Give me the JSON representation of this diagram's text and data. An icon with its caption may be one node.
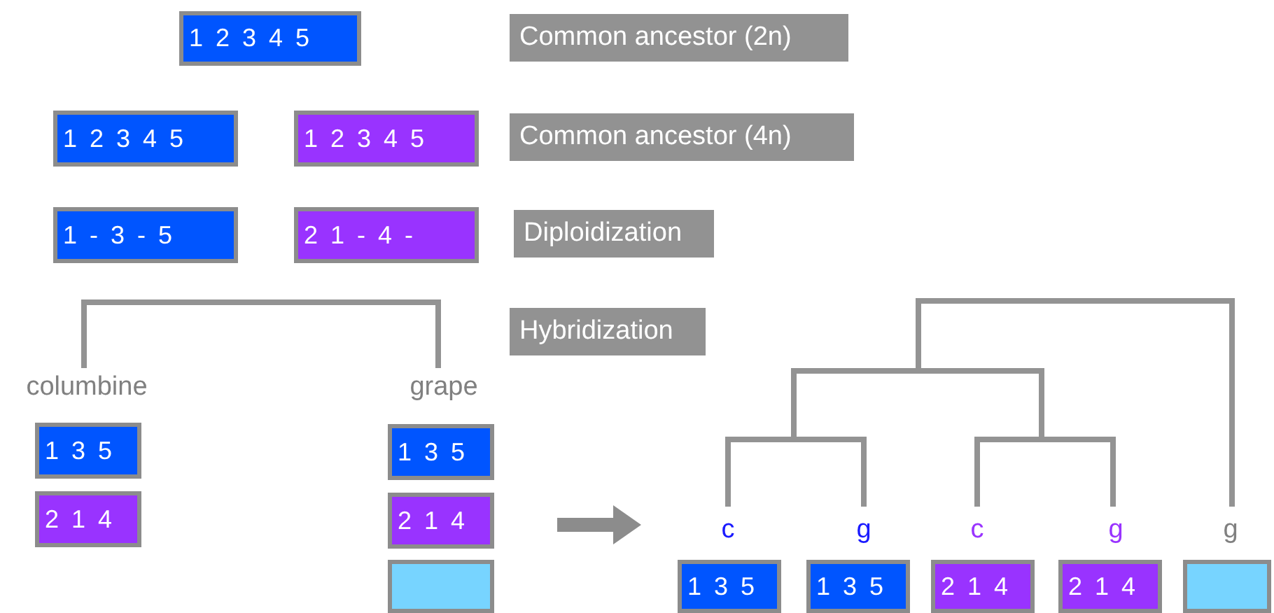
{
  "diagram": {
    "nodes": [
      {
        "text": [
          "1 2 3 4 5"
        ]
      },
      {
        "text": [
          "Common ancestor (2n)"
        ]
      },
      {
        "text": [
          "1 2 3 4 5"
        ]
      },
      {
        "text": [
          "1 2 3 4 5"
        ]
      },
      {
        "text": [
          "Common ancestor (4n)"
        ]
      },
      {
        "text": [
          "1 - 3 - 5"
        ]
      },
      {
        "text": [
          "2 1 - 4 -"
        ]
      },
      {
        "text": [
          "Diploidization"
        ]
      },
      {
        "text": [
          "Hybridization"
        ]
      },
      {
        "text": [
          "columbine"
        ]
      },
      {
        "text": [
          "grape"
        ]
      },
      {
        "text": [
          "1 3 5"
        ]
      },
      {
        "text": [
          "1 3 5"
        ]
      },
      {
        "text": [
          "2 1 4"
        ]
      },
      {
        "text": [
          "2 1 4"
        ]
      },
      {
        "text": [],
        "shape": "box"
      },
      {
        "text": [
          "c"
        ]
      },
      {
        "text": [
          "g"
        ]
      },
      {
        "text": [
          "c"
        ]
      },
      {
        "text": [
          "g"
        ]
      },
      {
        "text": [
          "g"
        ]
      },
      {
        "text": [
          "1 3 5"
        ]
      },
      {
        "text": [
          "1 3 5"
        ]
      },
      {
        "text": [
          "2 1 4"
        ]
      },
      {
        "text": [
          "2 1 4"
        ]
      },
      {
        "text": [],
        "shape": "box"
      }
    ],
    "edges": [
      {
        "from": 9,
        "to": 10,
        "arrow": "none"
      }
    ]
  }
}
